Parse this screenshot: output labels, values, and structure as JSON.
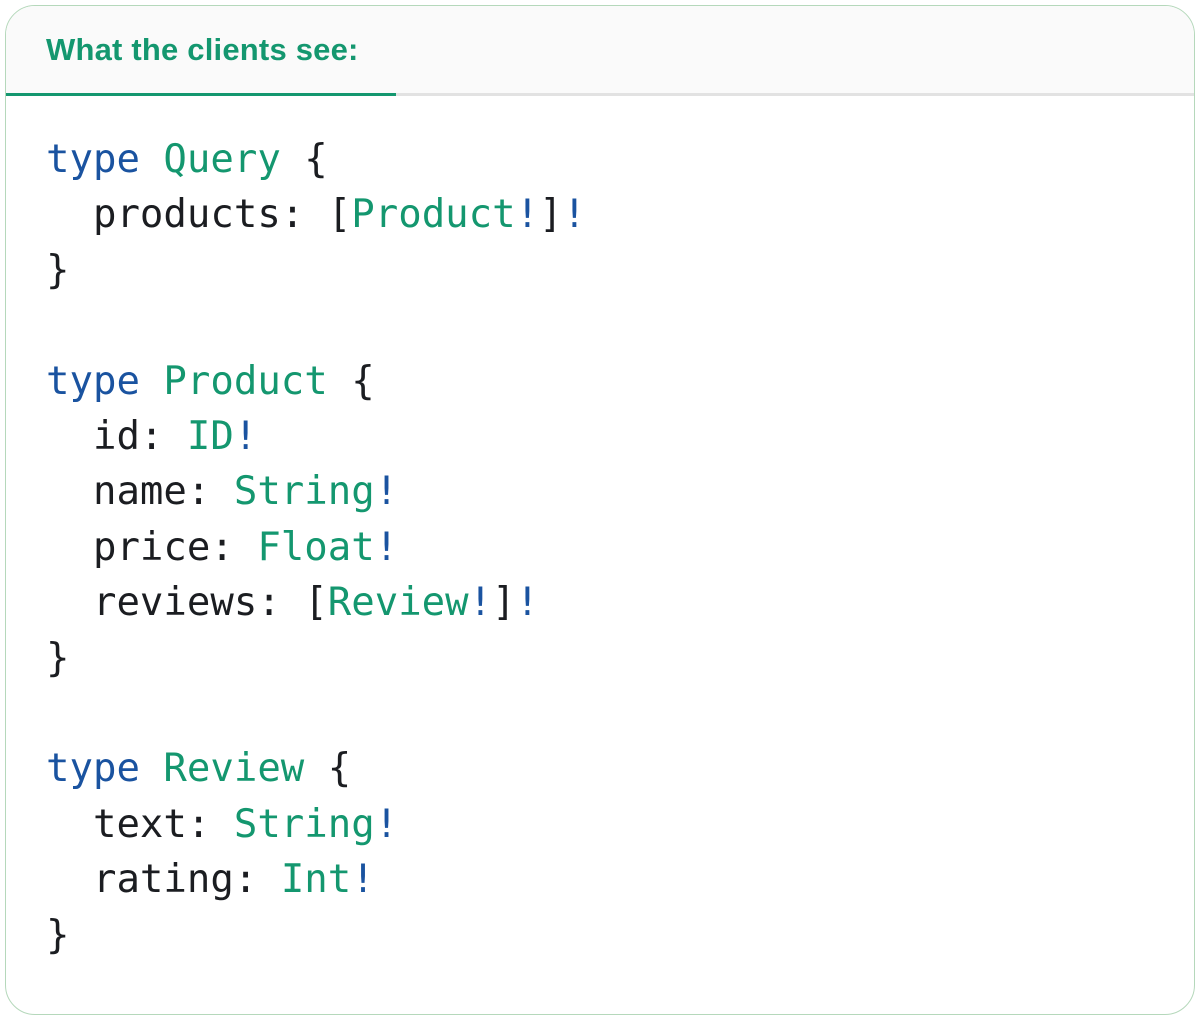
{
  "theme": {
    "teal": "#14976F",
    "blue": "#1A53A0",
    "code-black": "#1B1D21",
    "rule-gray": "#E2E2E2",
    "border-green": "#B5D8BB",
    "header-bg": "#FAFAFA",
    "card-bg": "#FFFFFF"
  },
  "header": {
    "tab_label": "What the clients see:"
  },
  "code": {
    "language": "graphql",
    "lines": [
      [
        {
          "t": "type ",
          "c": "kw"
        },
        {
          "t": "Query",
          "c": "ty"
        },
        {
          "t": " {",
          "c": "pl"
        }
      ],
      [
        {
          "t": "  products: [",
          "c": "pl"
        },
        {
          "t": "Product",
          "c": "ty"
        },
        {
          "t": "!",
          "c": "bang"
        },
        {
          "t": "]",
          "c": "pl"
        },
        {
          "t": "!",
          "c": "bang"
        }
      ],
      [
        {
          "t": "}",
          "c": "pl"
        }
      ],
      [],
      [
        {
          "t": "type ",
          "c": "kw"
        },
        {
          "t": "Product",
          "c": "ty"
        },
        {
          "t": " {",
          "c": "pl"
        }
      ],
      [
        {
          "t": "  id: ",
          "c": "pl"
        },
        {
          "t": "ID",
          "c": "ty"
        },
        {
          "t": "!",
          "c": "bang"
        }
      ],
      [
        {
          "t": "  name: ",
          "c": "pl"
        },
        {
          "t": "String",
          "c": "ty"
        },
        {
          "t": "!",
          "c": "bang"
        }
      ],
      [
        {
          "t": "  price: ",
          "c": "pl"
        },
        {
          "t": "Float",
          "c": "ty"
        },
        {
          "t": "!",
          "c": "bang"
        }
      ],
      [
        {
          "t": "  reviews: [",
          "c": "pl"
        },
        {
          "t": "Review",
          "c": "ty"
        },
        {
          "t": "!",
          "c": "bang"
        },
        {
          "t": "]",
          "c": "pl"
        },
        {
          "t": "!",
          "c": "bang"
        }
      ],
      [
        {
          "t": "}",
          "c": "pl"
        }
      ],
      [],
      [
        {
          "t": "type ",
          "c": "kw"
        },
        {
          "t": "Review",
          "c": "ty"
        },
        {
          "t": " {",
          "c": "pl"
        }
      ],
      [
        {
          "t": "  text: ",
          "c": "pl"
        },
        {
          "t": "String",
          "c": "ty"
        },
        {
          "t": "!",
          "c": "bang"
        }
      ],
      [
        {
          "t": "  rating: ",
          "c": "pl"
        },
        {
          "t": "Int",
          "c": "ty"
        },
        {
          "t": "!",
          "c": "bang"
        }
      ],
      [
        {
          "t": "}",
          "c": "pl"
        }
      ]
    ]
  }
}
